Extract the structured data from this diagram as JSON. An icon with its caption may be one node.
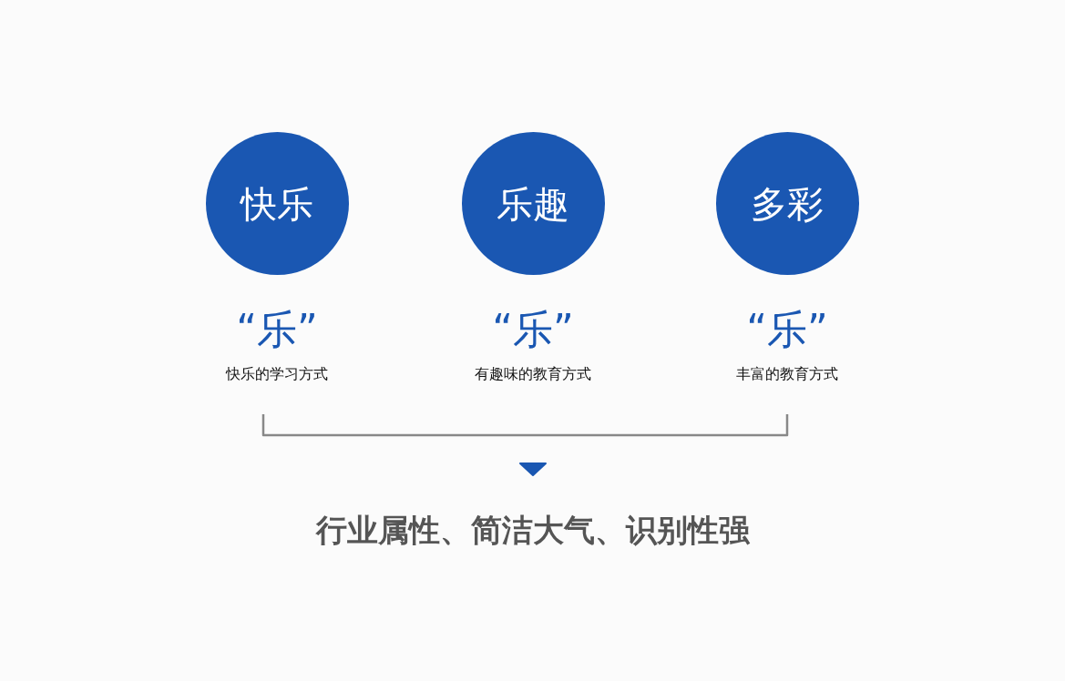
{
  "diagram": {
    "nodes": [
      {
        "text": [
          "快乐"
        ],
        "beside": [
          "“乐”",
          "快乐的学习方式"
        ]
      },
      {
        "text": [
          "乐趣"
        ],
        "beside": [
          "“乐”",
          "有趣味的教育方式"
        ]
      },
      {
        "text": [
          "多彩"
        ],
        "beside": [
          "“乐”",
          "丰富的教育方式"
        ]
      }
    ],
    "labels": [
      "行业属性、简洁大气、识别性强"
    ]
  }
}
